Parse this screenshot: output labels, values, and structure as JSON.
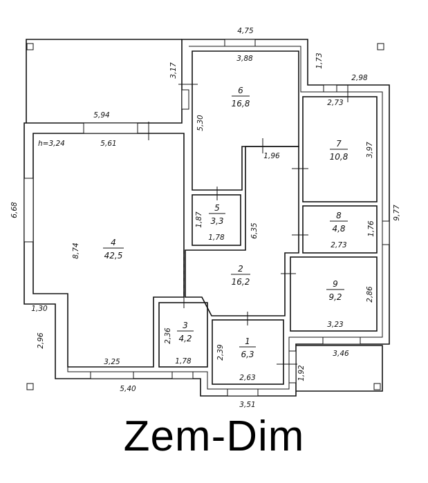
{
  "brand": "Zem-Dim",
  "ceiling_height": "h=3,24",
  "rooms": [
    {
      "number": "1",
      "area": "6,3"
    },
    {
      "number": "2",
      "area": "16,2"
    },
    {
      "number": "3",
      "area": "4,2"
    },
    {
      "number": "4",
      "area": "42,5"
    },
    {
      "number": "5",
      "area": "3,3"
    },
    {
      "number": "6",
      "area": "16,8"
    },
    {
      "number": "7",
      "area": "10,8"
    },
    {
      "number": "8",
      "area": "4,8"
    },
    {
      "number": "9",
      "area": "9,2"
    }
  ],
  "dimensions": {
    "top_overall": "4,75",
    "right_upper": "1,73",
    "right_small": "2,98",
    "right_overall": "9,77",
    "left_overall": "6,68",
    "left_lower": "1,30",
    "left_bottom": "2,96",
    "bottom_left": "5,40",
    "bottom_center": "3,51",
    "bottom_right": "3,46",
    "bottom_right_v": "1,92",
    "terrace_left": "3,17",
    "room4_top_outer": "5,94",
    "room4_top_inner": "5,61",
    "room4_height": "8,74",
    "room4_bottom": "3,25",
    "room6_width": "3,88",
    "room6_height": "5,30",
    "room2_top": "1,96",
    "room2_height": "6,35",
    "room7_width": "2,73",
    "room7_height": "3,97",
    "room8_width": "2,73",
    "room8_height": "1,76",
    "room9_width": "3,23",
    "room9_height": "2,86",
    "room5_height": "1,87",
    "room5_width": "1,78",
    "room3_height": "2,36",
    "room3_width": "1,78",
    "room1_height": "2,39",
    "room1_width": "2,63"
  }
}
